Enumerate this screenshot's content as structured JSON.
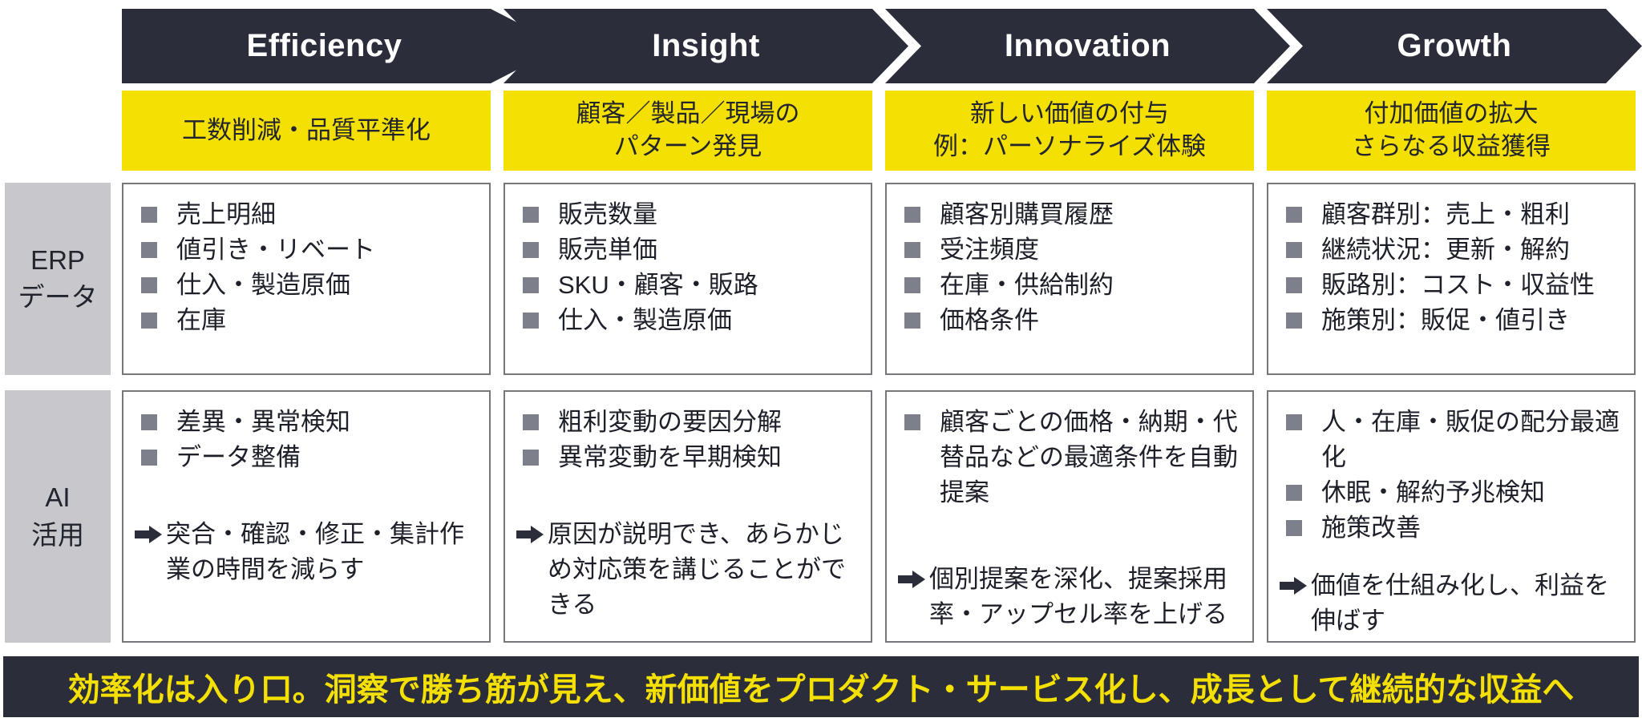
{
  "palette": {
    "navy": "#2b2e3a",
    "yellow": "#F5E003",
    "label_gray": "#c7c7cc",
    "bullet_gray": "#7d7f8b",
    "border_gray": "#76767c",
    "text_dark": "#1d1f29"
  },
  "row_labels": {
    "erp": "ERP\nデータ",
    "ai": "AI\n活用"
  },
  "stages": [
    {
      "name": "Efficiency",
      "subtitle": "工数削減・品質平準化",
      "erp": [
        "売上明細",
        "値引き・リベート",
        "仕入・製造原価",
        "在庫"
      ],
      "ai_bullets": [
        "差異・異常検知",
        "データ整備"
      ],
      "ai_outcome": "突合・確認・修正・集計作業の時間を減らす"
    },
    {
      "name": "Insight",
      "subtitle": "顧客／製品／現場の\nパターン発見",
      "erp": [
        "販売数量",
        "販売単価",
        "SKU・顧客・販路",
        "仕入・製造原価"
      ],
      "ai_bullets": [
        "粗利変動の要因分解",
        "異常変動を早期検知"
      ],
      "ai_outcome": "原因が説明でき、あらかじめ対応策を講じることができる"
    },
    {
      "name": "Innovation",
      "subtitle": "新しい価値の付与\n例：パーソナライズ体験",
      "erp": [
        "顧客別購買履歴",
        "受注頻度",
        "在庫・供給制約",
        "価格条件"
      ],
      "ai_bullets": [
        "顧客ごとの価格・納期・代替品などの最適条件を自動提案"
      ],
      "ai_outcome": "個別提案を深化、提案採用率・アップセル率を上げる"
    },
    {
      "name": "Growth",
      "subtitle": "付加価値の拡大\nさらなる収益獲得",
      "erp": [
        "顧客群別：売上・粗利",
        "継続状況：更新・解約",
        "販路別：コスト・収益性",
        "施策別：販促・値引き"
      ],
      "ai_bullets": [
        "人・在庫・販促の配分最適化",
        "休眠・解約予兆検知",
        "施策改善"
      ],
      "ai_outcome": "価値を仕組み化し、利益を伸ばす"
    }
  ],
  "footer": "効率化は入り口。洞察で勝ち筋が見え、新価値をプロダクト・サービス化し、成長として継続的な収益へ"
}
